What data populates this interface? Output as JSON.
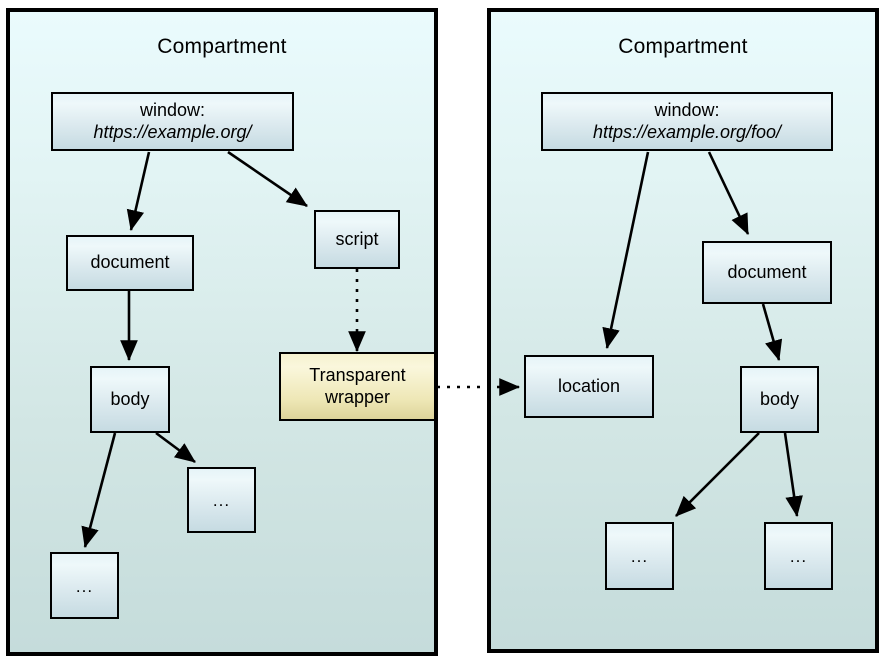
{
  "diagram": {
    "title_left": "Compartment",
    "title_right": "Compartment",
    "colors": {
      "node_fill_top": "#eef8fa",
      "node_fill_bottom": "#c6dbe2",
      "wrapper_fill_top": "#faf7dc",
      "wrapper_fill_bottom": "#ddd49a",
      "compartment_fill_top": "#eafbfd",
      "compartment_fill_bottom": "#c5dcdb",
      "stroke": "#000000"
    }
  },
  "left": {
    "window": {
      "label": "window:",
      "url": "https://example.org/"
    },
    "document": {
      "label": "document"
    },
    "script": {
      "label": "script"
    },
    "body": {
      "label": "body"
    },
    "ellipsis_a": {
      "label": "..."
    },
    "ellipsis_b": {
      "label": "..."
    },
    "wrapper": {
      "line1": "Transparent",
      "line2": "wrapper"
    }
  },
  "right": {
    "window": {
      "label": "window:",
      "url": "https://example.org/foo/"
    },
    "document": {
      "label": "document"
    },
    "location": {
      "label": "location"
    },
    "body": {
      "label": "body"
    },
    "ellipsis_a": {
      "label": "..."
    },
    "ellipsis_b": {
      "label": "..."
    }
  }
}
